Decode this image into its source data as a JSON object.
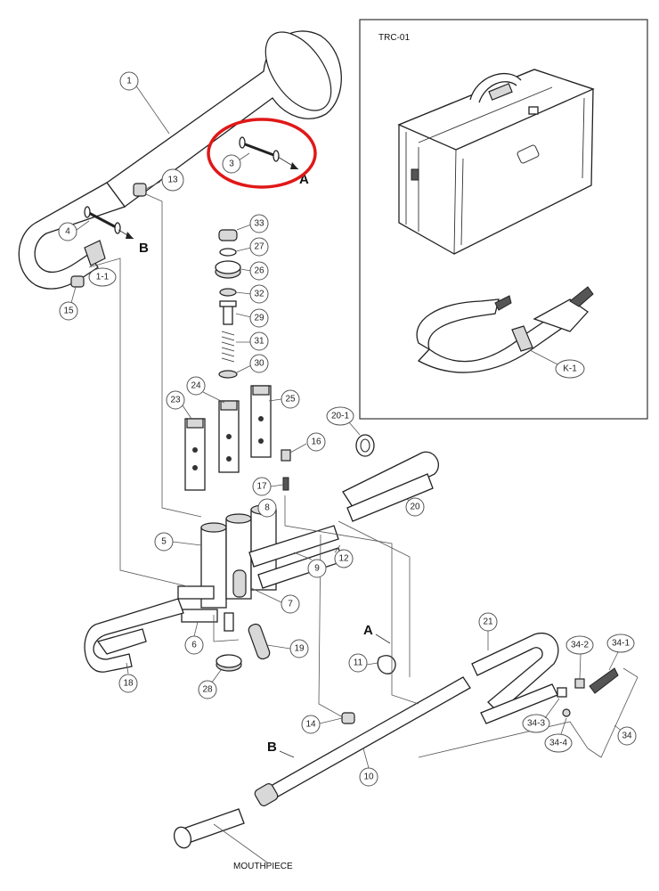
{
  "case_box": {
    "title": "TRC-01",
    "strap_label": "K-1"
  },
  "markers": {
    "a_top": "A",
    "b_top": "B",
    "a_bottom": "A",
    "b_bottom": "B"
  },
  "mouthpiece_label": "MOUTHPIECE",
  "highlight_color": "#e01818",
  "callouts": {
    "p1": "1",
    "p1_1": "1-1",
    "p3": "3",
    "p4": "4",
    "p5": "5",
    "p6": "6",
    "p7": "7",
    "p8": "8",
    "p9": "9",
    "p10": "10",
    "p11": "11",
    "p12": "12",
    "p13": "13",
    "p14": "14",
    "p15": "15",
    "p16": "16",
    "p17": "17",
    "p18": "18",
    "p19": "19",
    "p20": "20",
    "p20_1": "20-1",
    "p21": "21",
    "p23": "23",
    "p24": "24",
    "p25": "25",
    "p26": "26",
    "p27": "27",
    "p28": "28",
    "p29": "29",
    "p30": "30",
    "p31": "31",
    "p32": "32",
    "p33": "33",
    "p34": "34",
    "p34_1": "34-1",
    "p34_2": "34-2",
    "p34_3": "34-3",
    "p34_4": "34-4"
  }
}
